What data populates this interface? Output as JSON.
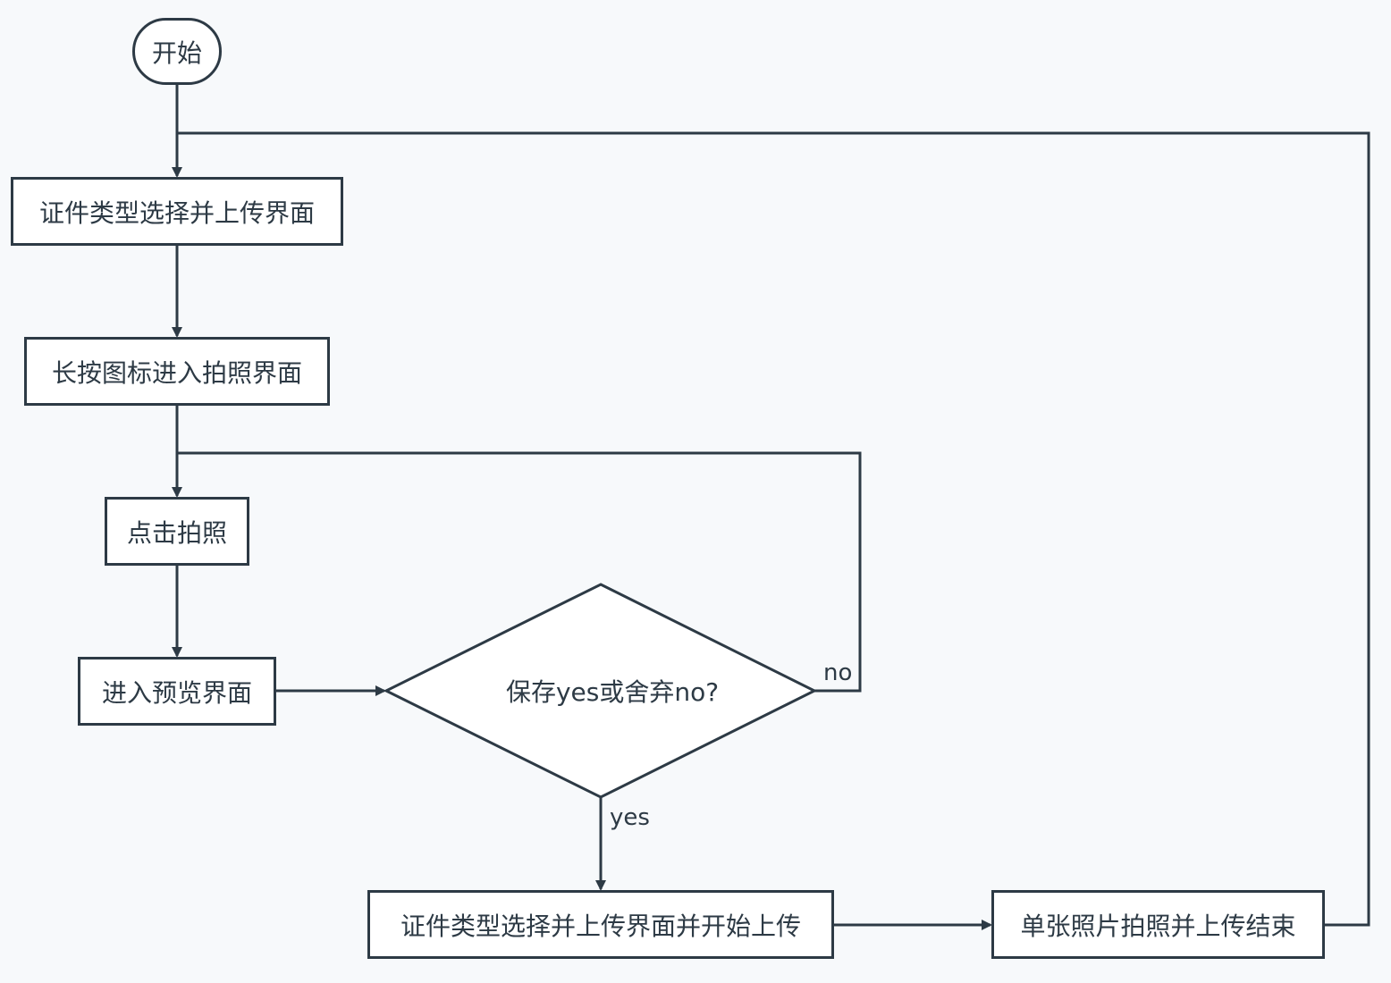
{
  "diagram": {
    "nodes": {
      "start": "开始",
      "upload_screen": "证件类型选择并上传界面",
      "long_press": "长按图标进入拍照界面",
      "tap_photo": "点击拍照",
      "preview": "进入预览界面",
      "decision": "保存yes或舍弃no?",
      "upload_start": "证件类型选择并上传界面并开始上传",
      "finish": "单张照片拍照并上传结束"
    },
    "edge_labels": {
      "no": "no",
      "yes": "yes"
    },
    "colors": {
      "background": "#f7f9fb",
      "stroke": "#2d3a45",
      "node_fill": "#ffffff",
      "text": "#2d3a45"
    }
  }
}
